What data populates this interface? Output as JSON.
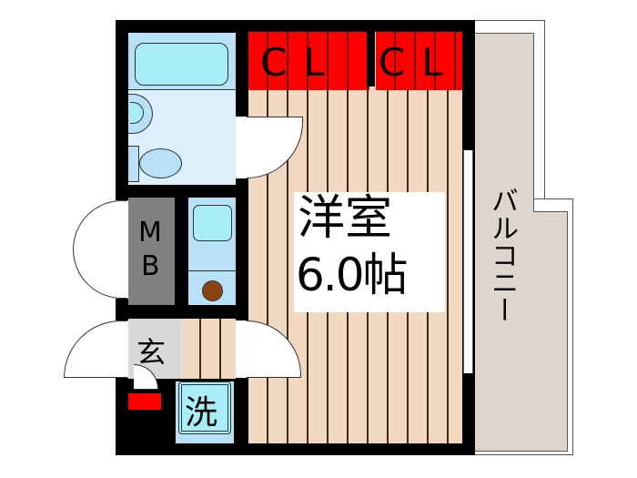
{
  "floorplan": {
    "rooms": {
      "western_room": {
        "name": "洋室",
        "size": "6.0帖"
      },
      "closet_1": {
        "label": "CL"
      },
      "closet_2": {
        "label": "CL"
      },
      "meter_box": {
        "label_line1": "M",
        "label_line2": "B"
      },
      "entrance": {
        "label": "玄"
      },
      "washer": {
        "label": "洗"
      },
      "balcony": {
        "label": "バルコニー"
      }
    },
    "colors": {
      "wall": "#000000",
      "closet": "#ff0000",
      "flooring": "#f2d8c0",
      "floor_line": "#3a2a20",
      "bath": "#b8e0f8",
      "tub": "#a8eef8",
      "toilet_area": "#dcf0fc",
      "meter_box": "#808080",
      "entrance": "#d8d8d8",
      "balcony": "#ded6cc",
      "washer": "#a8eef8",
      "sink_drain": "#8b4513",
      "shoe_box": "#ff0000"
    }
  }
}
